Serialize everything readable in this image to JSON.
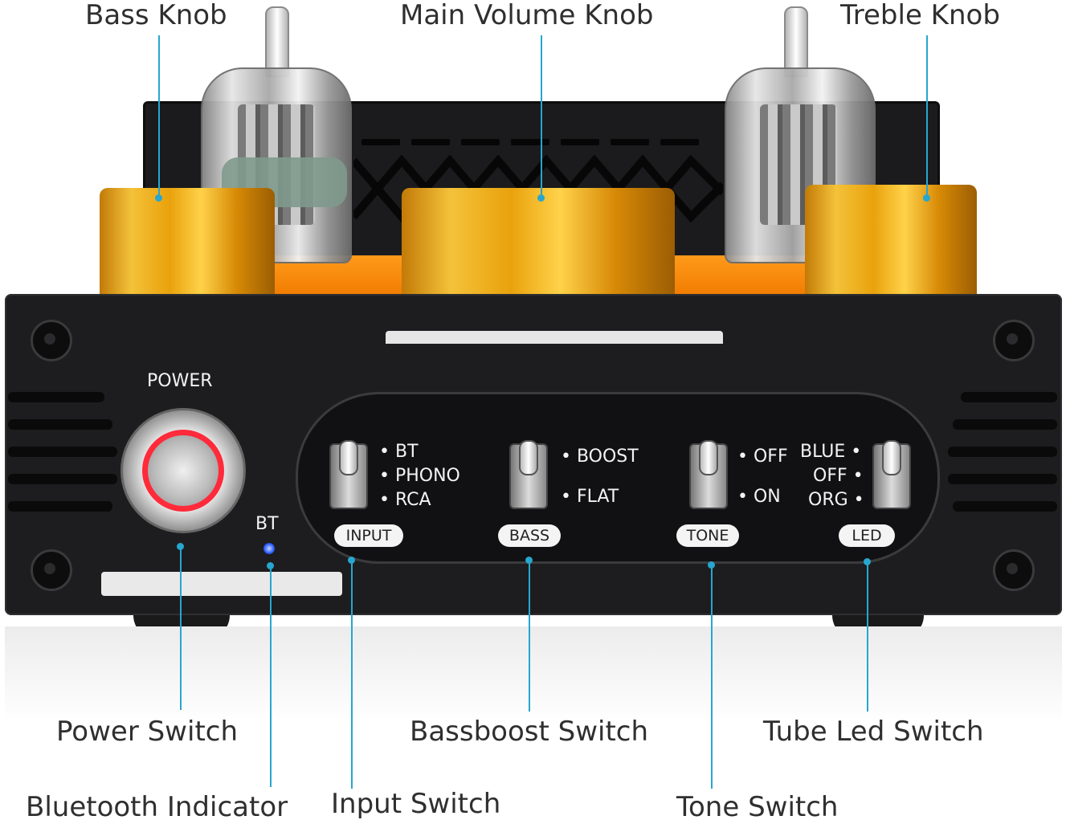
{
  "callouts": {
    "bass_knob": "Bass Knob",
    "main_volume_knob": "Main Volume Knob",
    "treble_knob": "Treble Knob",
    "power_switch": "Power Switch",
    "bassboost_switch": "Bassboost Switch",
    "tube_led_switch": "Tube Led Switch",
    "bluetooth_indicator": "Bluetooth Indicator",
    "input_switch": "Input Switch",
    "tone_switch": "Tone Switch"
  },
  "panel": {
    "power_label": "POWER",
    "bt_label": "BT",
    "input_options": [
      "• BT",
      "• PHONO",
      "• RCA"
    ],
    "bass_options": [
      "• BOOST",
      "• FLAT"
    ],
    "tone_options": [
      "• OFF",
      "• ON"
    ],
    "led_options": [
      "BLUE •",
      "OFF •",
      "ORG •"
    ],
    "pills": {
      "input": "INPUT",
      "bass": "BASS",
      "tone": "TONE",
      "led": "LED"
    }
  },
  "colors": {
    "leader": "#27a6cf",
    "chassis": "#1d1d1f",
    "knob_gold": "#e9a20c",
    "power_ring_led": "#ff2a3a",
    "bt_led": "#2b5cff"
  }
}
